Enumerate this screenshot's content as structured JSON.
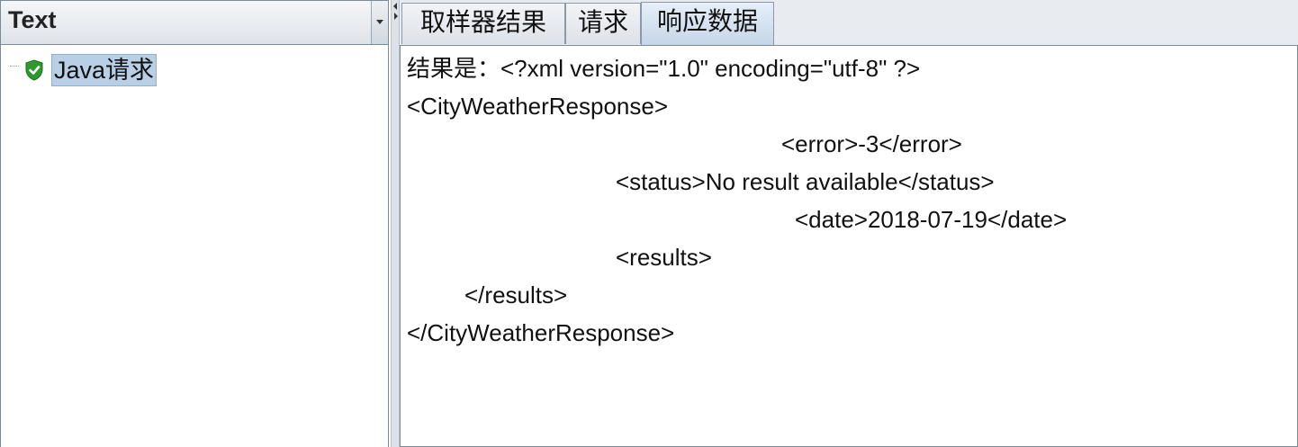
{
  "renderer": {
    "selected": "Text"
  },
  "tree": {
    "nodes": [
      {
        "label": "Java请求",
        "status": "success"
      }
    ]
  },
  "tabs": [
    {
      "label": "取样器结果",
      "active": false
    },
    {
      "label": "请求",
      "active": false
    },
    {
      "label": "响应数据",
      "active": true
    }
  ],
  "response": {
    "lines": [
      "结果是：<?xml version=\"1.0\" encoding=\"utf-8\" ?>",
      "<CityWeatherResponse>",
      "<error>-3</error>",
      "<status>No result available</status>",
      "<date>2018-07-19</date>",
      "<results>",
      "</results>",
      "</CityWeatherResponse>"
    ]
  },
  "colors": {
    "selection": "#b8cfe5",
    "success": "#2e9a2e"
  },
  "icons": {
    "node_status": "green-shield-check-icon",
    "dropdown": "chevron-down-icon"
  }
}
